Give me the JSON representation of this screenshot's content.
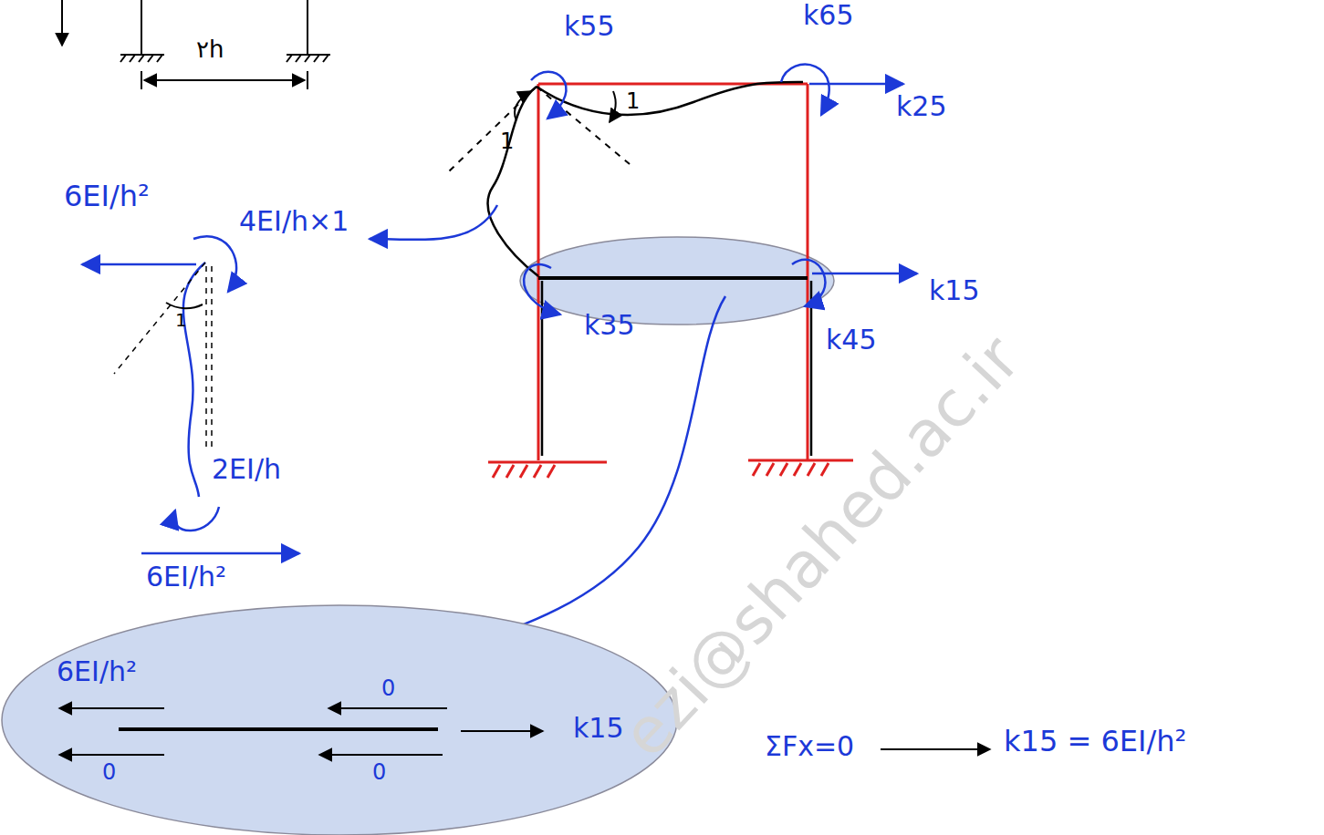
{
  "diagram": {
    "nodes": [
      {
        "text": [
          "6EI/h²",
          "0",
          "0",
          "0",
          "k15"
        ]
      }
    ],
    "labels": [
      "۲h",
      "k55",
      "k65",
      "k25",
      "1",
      "1",
      "k15",
      "k35",
      "k45",
      "6EI/h²",
      "4EI/h×1",
      "1",
      "2EI/h",
      "6EI/h²",
      "ΣFx=0",
      "k15 = 6EI/h²",
      "ezi@shahed.ac.ir"
    ]
  }
}
